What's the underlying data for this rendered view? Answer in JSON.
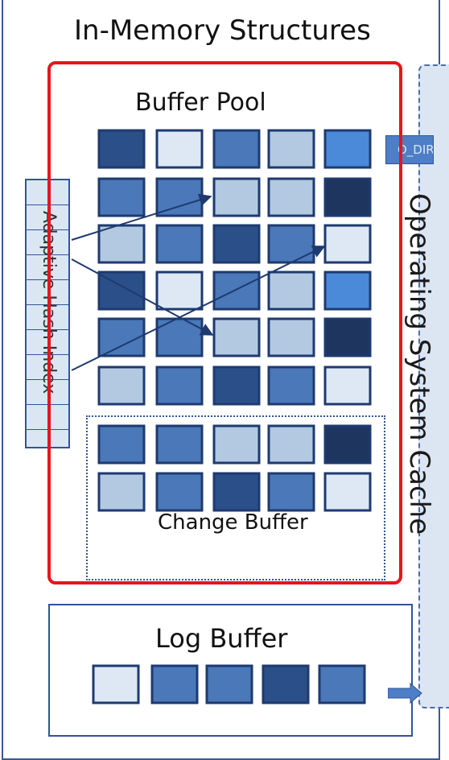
{
  "header": {
    "title": "In-Memory Structures"
  },
  "buffer_pool": {
    "title": "Buffer Pool",
    "rows": [
      [
        4,
        0,
        3,
        1,
        "a"
      ],
      [
        3,
        3,
        1,
        1,
        5
      ],
      [
        1,
        3,
        4,
        3,
        0
      ],
      [
        4,
        0,
        3,
        1,
        "a"
      ],
      [
        3,
        3,
        1,
        1,
        5
      ],
      [
        1,
        3,
        4,
        3,
        0
      ]
    ]
  },
  "change_buffer": {
    "title": "Change Buffer",
    "rows": [
      [
        3,
        3,
        1,
        1,
        5
      ],
      [
        1,
        3,
        4,
        3,
        0
      ]
    ]
  },
  "adaptive_hash_index": {
    "label": "Adaptive Hash Index"
  },
  "os_cache": {
    "label": "Operating System Cache"
  },
  "o_direct": {
    "label": "O_DIR"
  },
  "log_buffer": {
    "title": "Log Buffer",
    "cells": [
      0,
      3,
      3,
      4,
      3
    ]
  },
  "colors": {
    "shades": [
      "#dde8f4",
      "#b3c9e2",
      "#8aaad4",
      "#4a78b8",
      "#2b4f88",
      "#1e355f"
    ],
    "accent": "#4a8ad8",
    "border": "#2f5597",
    "highlight": "#e8141c"
  }
}
